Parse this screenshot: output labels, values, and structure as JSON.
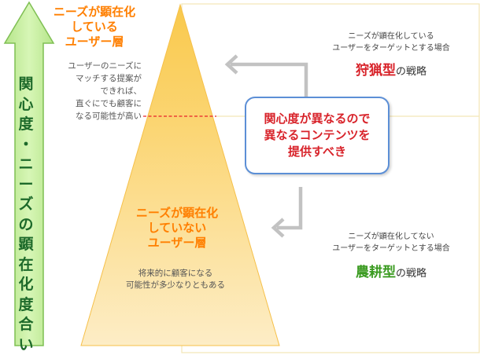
{
  "vertical_axis": {
    "chars": [
      "関",
      "心",
      "度",
      "・",
      "ニ",
      "ー",
      "ズ",
      "の",
      "顕",
      "在",
      "化",
      "度",
      "合",
      "い"
    ]
  },
  "pyramid": {
    "top_layer": {
      "title_lines": [
        "ニーズが顕在化",
        "している",
        "ユーザー層"
      ],
      "desc_lines": [
        "ユーザーのニーズに",
        "マッチする提案が",
        "できれば、",
        "直ぐにでも顧客に",
        "なる可能性が高い"
      ]
    },
    "bottom_layer": {
      "title_lines": [
        "ニーズが顕在化",
        "していない",
        "ユーザー層"
      ],
      "desc_lines": [
        "将来的に顧客になる",
        "可能性が多少なりともある"
      ]
    }
  },
  "callout": {
    "lines": [
      "関心度が異なるので",
      "異なるコンテンツを",
      "提供すべき"
    ]
  },
  "right_top": {
    "desc_lines": [
      "ニーズが顕在化している",
      "ユーザーをターゲットとする場合"
    ],
    "strategy_word": "狩猟型",
    "strategy_suffix": "の戦略"
  },
  "right_bottom": {
    "desc_lines": [
      "ニーズが顕在化してない",
      "ユーザーをターゲットとする場合"
    ],
    "strategy_word": "農耕型",
    "strategy_suffix": "の戦略"
  },
  "colors": {
    "arrow_fill": "#c6ef9c",
    "arrow_stroke": "#7fbf53",
    "pyramid_top": "#fbd36a",
    "pyramid_bottom": "#fdecc2",
    "dashed_line": "#e8212a",
    "gray_arrow": "#bdbdbd",
    "accent_orange": "#ff7f00",
    "accent_red": "#d8232a",
    "accent_green": "#3b9b21",
    "callout_border": "#5c8fd6"
  },
  "icons": [
    "up-arrow",
    "gray-left-arrow-top",
    "gray-left-arrow-bottom"
  ]
}
